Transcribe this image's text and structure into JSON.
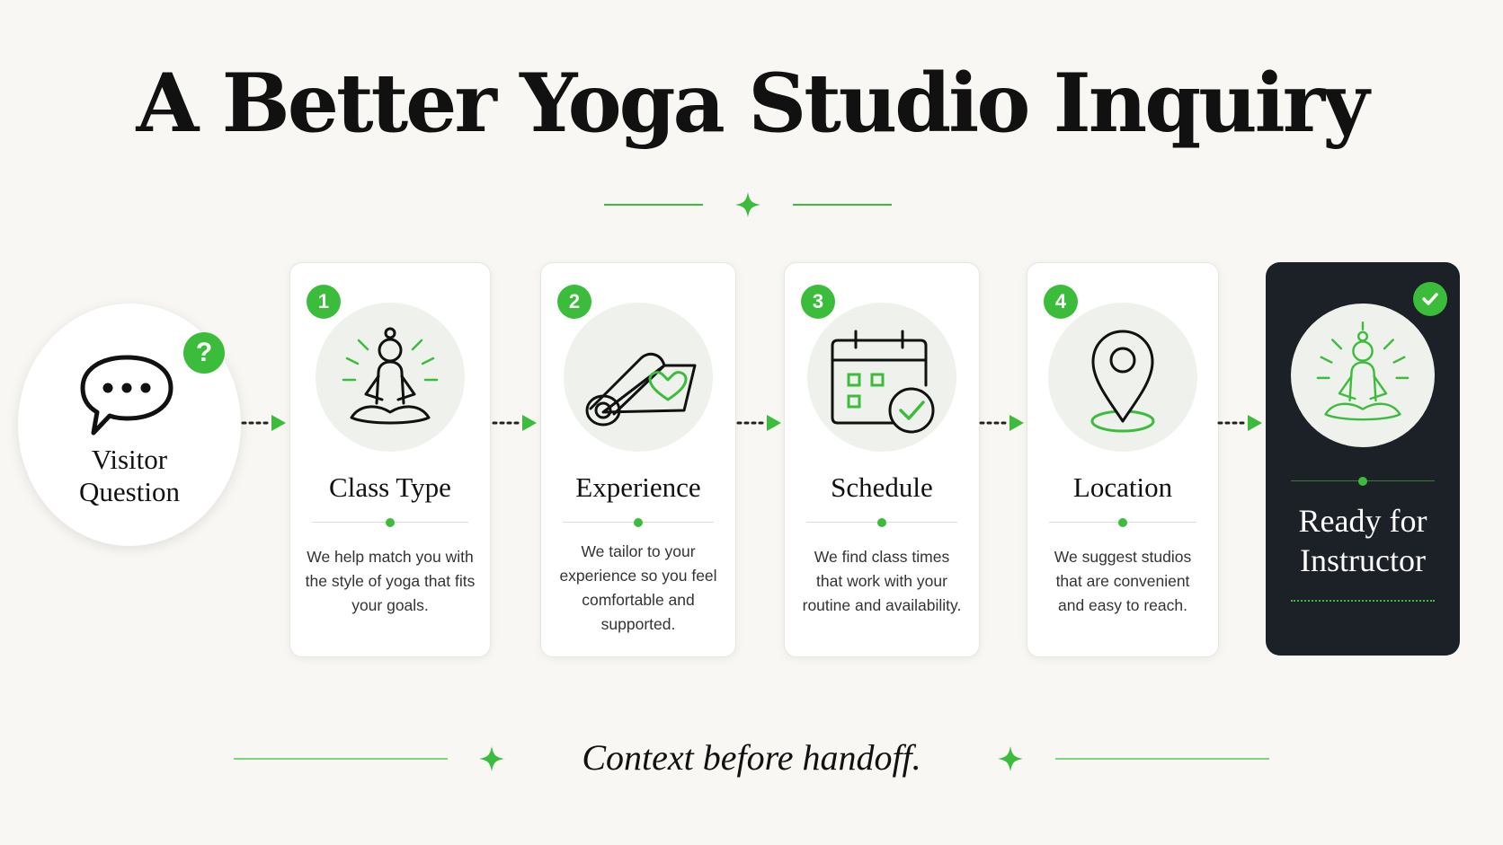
{
  "title": "A Better Yoga Studio Inquiry",
  "colors": {
    "accent": "#3bbd3b",
    "dark_card": "#1c2127",
    "background": "#f8f7f3",
    "icon_bg": "#eff2ec"
  },
  "start": {
    "label_line1": "Visitor",
    "label_line2": "Question",
    "badge": "?",
    "icon": "speech-bubble-icon"
  },
  "steps": [
    {
      "number": "1",
      "title": "Class Type",
      "description": "We help match you with the style of yoga that fits your goals.",
      "icon": "meditation-icon"
    },
    {
      "number": "2",
      "title": "Experience",
      "description": "We tailor to your experience so you feel comfortable and supported.",
      "icon": "yoga-mat-heart-icon"
    },
    {
      "number": "3",
      "title": "Schedule",
      "description": "We find class times that work with your routine and availability.",
      "icon": "calendar-check-icon"
    },
    {
      "number": "4",
      "title": "Location",
      "description": "We suggest studios that are convenient and easy to reach.",
      "icon": "location-pin-icon"
    }
  ],
  "final": {
    "title_line1": "Ready for",
    "title_line2": "Instructor",
    "icon": "meditation-icon",
    "badge_icon": "check-icon"
  },
  "tagline": "Context before handoff."
}
